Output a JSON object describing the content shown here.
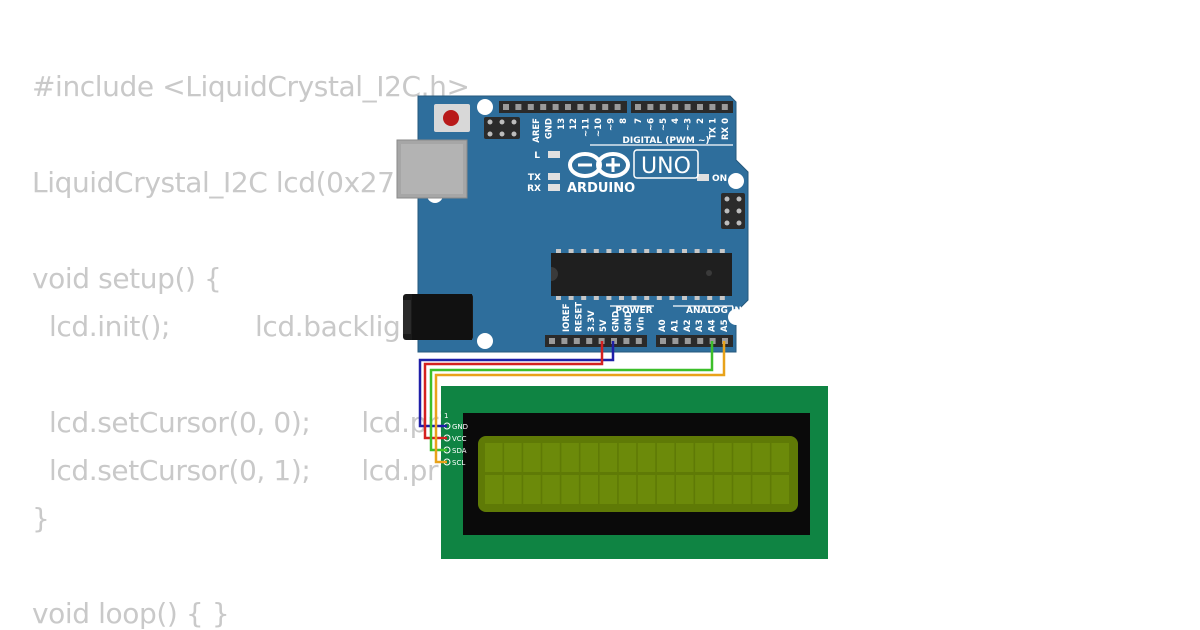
{
  "code": {
    "lines": [
      "#include <LiquidCrystal_I2C.h>",
      "",
      "LiquidCrystal_I2C lcd(0x27, 16, 2);",
      "",
      "void setup() {",
      "  lcd.init();          lcd.backlight();",
      "",
      "  lcd.setCursor(0, 0);      lcd.print(\"\");",
      "  lcd.setCursor(0, 1);      lcd.print(\"\");",
      "}",
      "",
      "void loop() { }"
    ]
  },
  "arduino": {
    "brand": "ARDUINO",
    "model": "UNO",
    "digital_label": "DIGITAL (PWM ~)",
    "power_label": "POWER",
    "analog_label": "ANALOG IN",
    "led_l": "L",
    "led_tx": "TX",
    "led_rx": "RX",
    "led_on": "ON",
    "digital_pins": [
      "AREF",
      "GND",
      "13",
      "12",
      "~11",
      "~10",
      "~9",
      "8",
      "7",
      "~6",
      "~5",
      "4",
      "~3",
      "2",
      "TX 1",
      "RX 0"
    ],
    "power_pins": [
      "IOREF",
      "RESET",
      "3.3V",
      "5V",
      "GND",
      "GND",
      "Vin"
    ],
    "analog_pins": [
      "A0",
      "A1",
      "A2",
      "A3",
      "A4",
      "A5"
    ]
  },
  "lcd": {
    "pin1_label": "1",
    "pins": [
      "GND",
      "VCC",
      "SDA",
      "SCL"
    ],
    "rows": 2,
    "cols": 16
  },
  "wires": {
    "gnd_color": "#1f1fa8",
    "vcc_color": "#d42020",
    "sda_color": "#3cbf2a",
    "scl_color": "#e8a21a"
  },
  "colors": {
    "board": "#2e6e9c",
    "lcd_pcb": "#0f8443",
    "lcd_screen": "#5f7a06"
  }
}
